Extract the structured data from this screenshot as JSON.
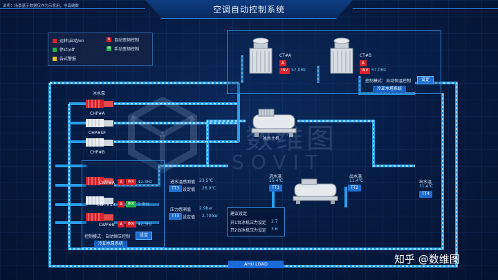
{
  "header": {
    "title": "空调自动控制系统",
    "note": "说明：场景基于数据仅作为示意用，非真确数"
  },
  "legend": {
    "items": [
      {
        "label": "运转/启动/on",
        "color": "#d9222a"
      },
      {
        "label": "停止/off",
        "color": "#22b14c"
      },
      {
        "label": "告式警报",
        "color": "#e6c21a"
      },
      {
        "label": "自动变频控制",
        "tag": "A",
        "color": "#d9222a"
      },
      {
        "label": "手动变频控制",
        "tag": "M",
        "color": "#22b14c"
      }
    ]
  },
  "cooling_tower": {
    "units": [
      {
        "name": "CT#A",
        "mode": "A",
        "inv": "INV",
        "freq": "57.0Hz"
      },
      {
        "name": "CT#B",
        "mode": "A",
        "inv": "INV",
        "freq": "57.0Hz"
      }
    ],
    "control_mode_label": "控制模式：自动恒温控制",
    "settings_button": "设定",
    "system_title": "冷却水塔系统"
  },
  "chilled_pumps": {
    "title": "冰水泵",
    "units": [
      "CHP#A",
      "CHP#SP",
      "CHP#B"
    ]
  },
  "cooling_pumps": {
    "units": [
      {
        "name": "CWP#A",
        "mode": "A",
        "inv": "INV",
        "freq": "42.3Hz",
        "state": "on"
      },
      {
        "name": "CWP#SP",
        "mode": "A",
        "inv": "INV",
        "freq": "0.0Hz",
        "state": "off"
      },
      {
        "name": "CWP#B",
        "mode": "A",
        "inv": "INV",
        "freq": "42.3Hz",
        "state": "on"
      }
    ],
    "control_mode_label": "控制模式：自动恒压控制",
    "settings_button": "设定",
    "system_title": "冷却水泵系统"
  },
  "chiller": {
    "label": "冰水主机"
  },
  "sensors": {
    "supply_temp_label": "进水温感测值",
    "supply_temp_value": "23.5℃",
    "supply_temp_set_label": "设定值",
    "supply_temp_set_value": "26.0℃",
    "tt3_badge": "TT3",
    "pressure_label": "压力感测值",
    "pressure_value": "2.9bar",
    "pressure_set_label": "设定值",
    "pressure_set_value": "2.70bar",
    "pt_badge": "TT3",
    "inlet_label": "进水温",
    "inlet_value": "15.4℃",
    "tt1_badge": "TT1",
    "outlet_label": "出水温",
    "outlet_value": "11.4℃",
    "tt2_badge": "TT2",
    "outlet2_label": "出水温",
    "outlet2_value": "31.4℃",
    "tt4_badge": "TT4"
  },
  "pressure_settings": {
    "title": "建议设定",
    "row1_label": "开1台冰机压力设定",
    "row1_value": "2.7",
    "row2_label": "开2台冰机压力设定",
    "row2_value": "3.6"
  },
  "ahu": {
    "label": "AHU LOAD"
  },
  "watermark": {
    "main": "数维图",
    "sub": "SOVIT"
  },
  "footer": {
    "zhihu": "知乎 @数维图"
  },
  "colors": {
    "pipe": "#3bb6ff",
    "pipe_dash": "#bfe8ff",
    "accent": "#1f6fd0"
  }
}
